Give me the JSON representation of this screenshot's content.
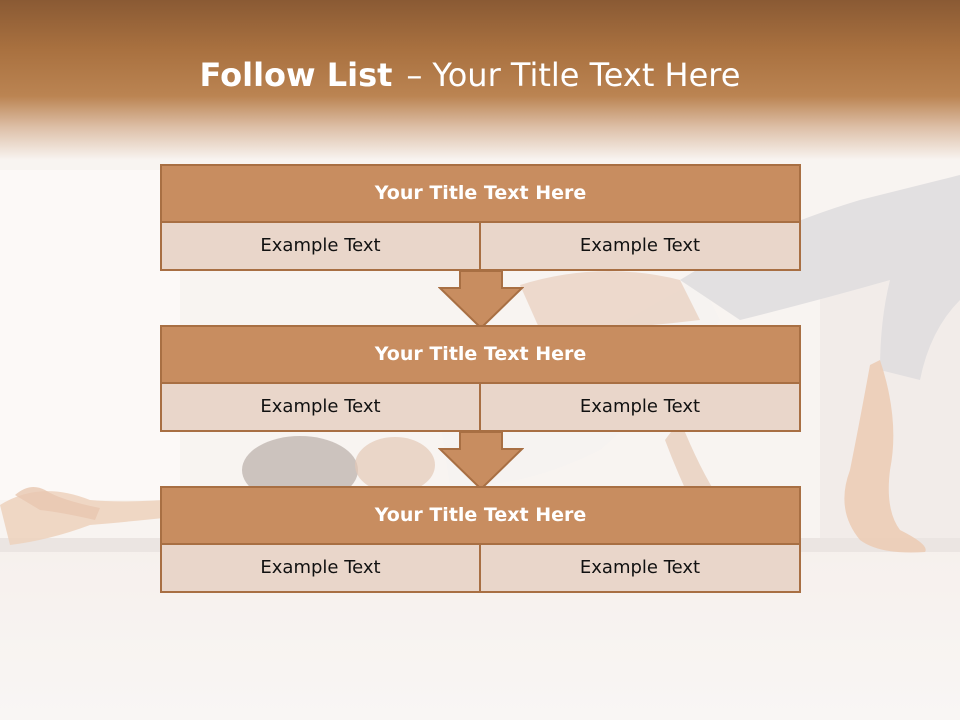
{
  "slide": {
    "title_bold": "Follow List",
    "title_dash": "–",
    "title_rest": "Your Title Text Here"
  },
  "blocks": [
    {
      "title": "Your Title Text Here",
      "left": "Example Text",
      "right": "Example Text"
    },
    {
      "title": "Your Title Text Here",
      "left": "Example Text",
      "right": "Example Text"
    },
    {
      "title": "Your Title Text Here",
      "left": "Example Text",
      "right": "Example Text"
    }
  ],
  "colors": {
    "header": "#a8703f",
    "block_title_fill": "#c88d60",
    "block_cell_fill": "#e9d6ca",
    "border": "#a86f43"
  },
  "icons": [
    "down-arrow-icon",
    "down-arrow-icon"
  ]
}
